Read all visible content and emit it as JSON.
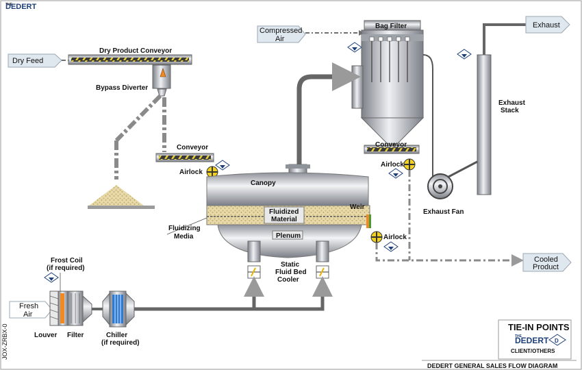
{
  "brand": {
    "logo": "DEDERT",
    "logo_prefix": "THE"
  },
  "doc_id": "JOX-ZRBX-0",
  "footer": {
    "title": "DEDERT GENERAL SALES FLOW DIAGRAM"
  },
  "inputs": {
    "dry_feed": "Dry Feed",
    "compressed_air": [
      "Compressed",
      "Air"
    ],
    "fresh_air": [
      "Fresh",
      "Air"
    ]
  },
  "outputs": {
    "exhaust": "Exhaust",
    "cooled_product": [
      "Cooled",
      "Product"
    ]
  },
  "labels": {
    "dry_product_conveyor": "Dry Product Conveyor",
    "bypass_diverter": "Bypass Diverter",
    "conveyor_left": "Conveyor",
    "airlock_left": "Airlock",
    "canopy": "Canopy",
    "fluidized_material": [
      "Fluidized",
      "Material"
    ],
    "weir": "Weir",
    "fluidizing_media": [
      "Fluidizing",
      "Media"
    ],
    "plenum": "Plenum",
    "airlock_right": "Airlock",
    "static_cooler": [
      "Static",
      "Fluid Bed",
      "Cooler"
    ],
    "bag_filter": "Bag Filter",
    "conveyor_right": "Conveyor",
    "airlock_top": "Airlock",
    "exhaust_stack": [
      "Exhaust",
      "Stack"
    ],
    "exhaust_fan": "Exhaust Fan",
    "frost_coil": [
      "Frost Coil",
      "(if required)"
    ],
    "louver": "Louver",
    "filter": "Filter",
    "chiller": [
      "Chiller",
      "(if required)"
    ]
  },
  "legend": {
    "title": "TIE-IN POINTS",
    "logo": "DEDERT",
    "logo_prefix": "THE",
    "client": "CLIENT/OTHERS",
    "marker_letter": "D"
  },
  "colors": {
    "pipe": "#6e6e6e",
    "arrow_box": "#dfe7ef",
    "brand_blue": "#1d3f7a",
    "fan_yellow": "#f2d21c",
    "coil_orange": "#f08a24",
    "chiller_blue": "#2f7bd0",
    "product_tan": "#e6d6a2"
  }
}
